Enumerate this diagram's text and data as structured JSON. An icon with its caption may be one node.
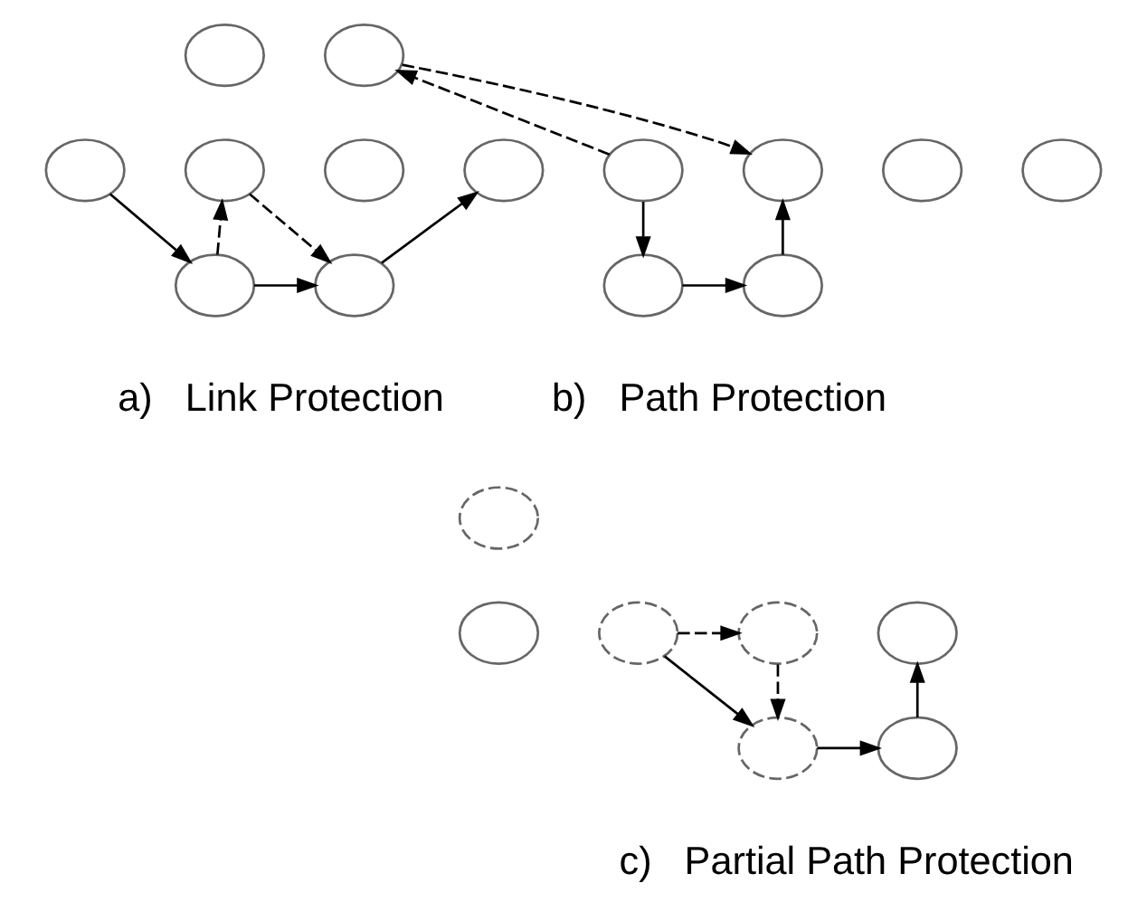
{
  "diagram": {
    "nodes": [
      {
        "text": [],
        "shape": "circle"
      },
      {
        "text": [],
        "shape": "circle"
      },
      {
        "text": [],
        "shape": "circle"
      },
      {
        "text": [],
        "shape": "circle"
      },
      {
        "text": [],
        "shape": "circle"
      },
      {
        "text": [],
        "shape": "circle"
      },
      {
        "text": [],
        "shape": "circle"
      },
      {
        "text": [],
        "shape": "circle"
      },
      {
        "text": [],
        "shape": "circle"
      },
      {
        "text": [],
        "shape": "circle"
      },
      {
        "text": [],
        "shape": "circle"
      },
      {
        "text": [],
        "shape": "circle"
      },
      {
        "text": [],
        "shape": "circle"
      },
      {
        "text": [],
        "shape": "circle"
      },
      {
        "text": [],
        "shape": "circle"
      },
      {
        "text": [],
        "shape": "circle"
      },
      {
        "text": [],
        "shape": "circle"
      },
      {
        "text": [],
        "shape": "circle"
      },
      {
        "text": [],
        "shape": "circle"
      },
      {
        "text": [],
        "shape": "circle"
      },
      {
        "text": [],
        "shape": "circle"
      }
    ],
    "edges": [
      {
        "from": 1,
        "to": 5,
        "arrow": "to"
      },
      {
        "from": 5,
        "to": 3,
        "arrow": "to",
        "style": "dashed"
      },
      {
        "from": 3,
        "to": 6,
        "arrow": "to",
        "style": "dashed"
      },
      {
        "from": 5,
        "to": 6,
        "arrow": "to"
      },
      {
        "from": 6,
        "to": 4,
        "arrow": "to"
      },
      {
        "from": 8,
        "to": 7,
        "arrow": "to",
        "style": "dashed"
      },
      {
        "from": 7,
        "to": 11,
        "arrow": "to",
        "style": "dashed"
      },
      {
        "from": 8,
        "to": 12,
        "arrow": "to"
      },
      {
        "from": 12,
        "to": 13,
        "arrow": "to"
      },
      {
        "from": 13,
        "to": 11,
        "arrow": "to"
      },
      {
        "from": 15,
        "to": 16,
        "arrow": "to",
        "style": "dashed"
      },
      {
        "from": 15,
        "to": 19,
        "arrow": "to"
      },
      {
        "from": 16,
        "to": 19,
        "arrow": "to",
        "style": "dashed"
      },
      {
        "from": 19,
        "to": 20,
        "arrow": "to"
      },
      {
        "from": 20,
        "to": 18,
        "arrow": "to"
      }
    ],
    "labels": [
      "a)   Link Protection",
      "b)   Path Protection",
      "c)   Partial Path Protection"
    ]
  }
}
